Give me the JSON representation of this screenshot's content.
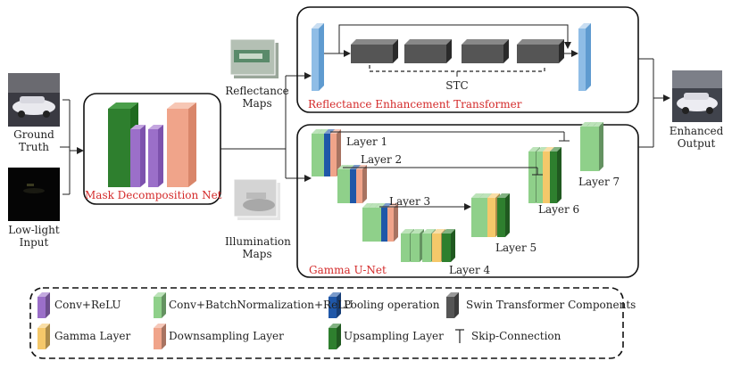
{
  "inputs": {
    "ground_truth": "Ground\nTruth",
    "low_light": "Low-light\nInput"
  },
  "modules": {
    "mask_net": "Mask Decomposition Net",
    "ret": "Reflectance Enhancement Transformer",
    "gamma_unet": "Gamma U-Net",
    "stc": "STC"
  },
  "maps": {
    "reflectance": "Reflectance\nMaps",
    "illumination": "Illumination\nMaps"
  },
  "output": "Enhanced\nOutput",
  "layers": [
    "Layer 1",
    "Layer 2",
    "Layer 3",
    "Layer 4",
    "Layer 5",
    "Layer 6",
    "Layer 7"
  ],
  "legend": {
    "conv_relu": "Conv+ReLU",
    "conv_bn_relu": "Conv+BatchNormalization+ReLU",
    "pooling": "Pooling operation",
    "swin": "Swin Transformer Components",
    "gamma": "Gamma Layer",
    "downsampling": "Downsampling Layer",
    "upsampling": "Upsampling Layer",
    "skip": "Skip-Connection"
  },
  "colors": {
    "conv_relu": "#9b6fc9",
    "conv_bn_relu": "#8fd08a",
    "pooling": "#1f57a8",
    "swin": "#555555",
    "gamma": "#f5c86a",
    "downsampling": "#f0a48a",
    "upsampling": "#2e7f2e",
    "title_red": "#d42b2b",
    "transformer_blue": "#8fbde6"
  }
}
